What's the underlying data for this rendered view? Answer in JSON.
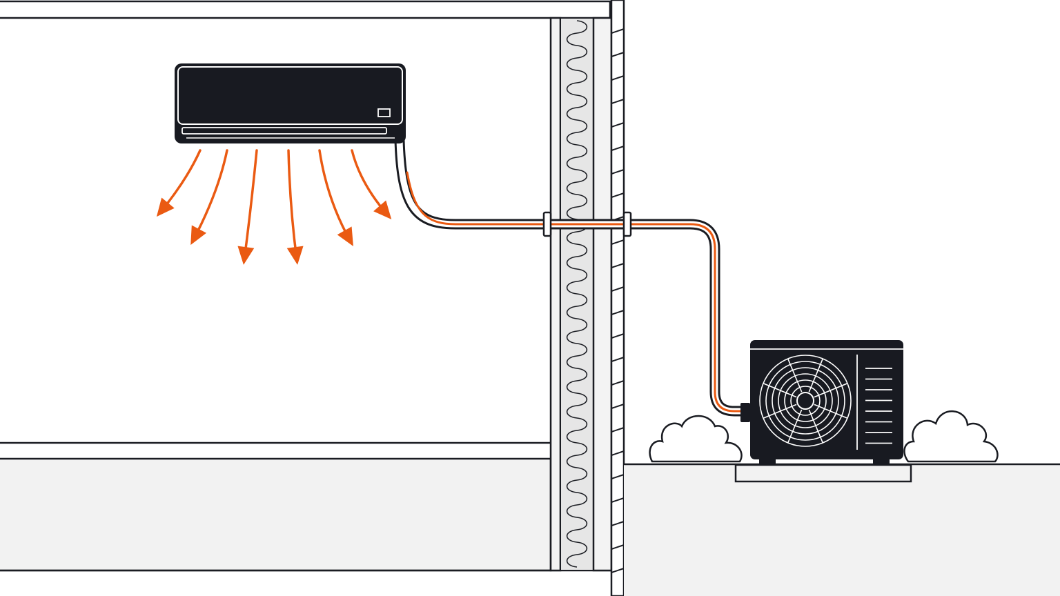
{
  "colors": {
    "background": "#ffffff",
    "ink": "#1a1c22",
    "unit_body": "#181a21",
    "accent": "#ea5a12",
    "ground": "#f2f2f2",
    "wall_panel": "#f3f3f3",
    "insulation": "#e6e6e6",
    "outline": "#222222"
  },
  "icons": {
    "indoor_unit": "wall-mounted-air-conditioner",
    "outdoor_unit": "condenser-unit",
    "fan": "fan-grille",
    "airflow": "warm-air-arrow",
    "line_set": "refrigerant-line",
    "shrub": "bush",
    "pad": "concrete-pad"
  },
  "diagram": {
    "airflow_arrow_count": 6,
    "outdoor_fan_blade_count": 8,
    "outdoor_side_vent_count": 8,
    "shrub_count": 2
  }
}
